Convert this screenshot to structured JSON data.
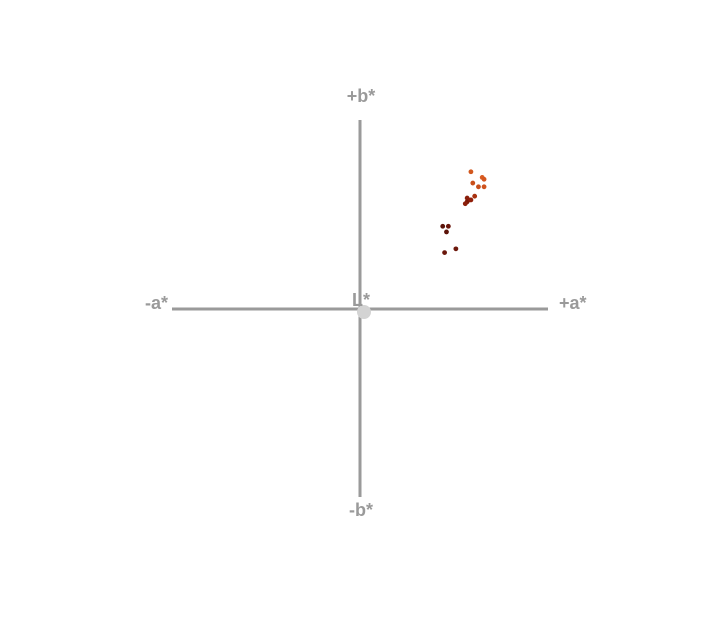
{
  "chart_data": {
    "type": "scatter",
    "title": "",
    "axes": {
      "a_positive_label": "+a*",
      "a_negative_label": "-a*",
      "b_positive_label": "+b*",
      "b_negative_label": "-b*",
      "l_label": "L*"
    },
    "xlim": [
      -100,
      100
    ],
    "ylim": [
      -100,
      100
    ],
    "grid": false,
    "legend": "none",
    "points": [
      {
        "a": 59,
        "b": 73,
        "color": "#d2581e"
      },
      {
        "a": 65,
        "b": 70,
        "color": "#d95c22"
      },
      {
        "a": 66,
        "b": 69,
        "color": "#d4561f"
      },
      {
        "a": 60,
        "b": 67,
        "color": "#c94f1a"
      },
      {
        "a": 63,
        "b": 65,
        "color": "#c64e1b"
      },
      {
        "a": 66,
        "b": 65,
        "color": "#cf531d"
      },
      {
        "a": 61,
        "b": 60,
        "color": "#a8310f"
      },
      {
        "a": 57,
        "b": 59,
        "color": "#8a1f0b"
      },
      {
        "a": 57,
        "b": 57,
        "color": "#7a1808"
      },
      {
        "a": 56,
        "b": 56,
        "color": "#8c200b"
      },
      {
        "a": 59,
        "b": 58,
        "color": "#911f0a"
      },
      {
        "a": 44,
        "b": 44,
        "color": "#5a1208"
      },
      {
        "a": 47,
        "b": 44,
        "color": "#6a150a"
      },
      {
        "a": 46,
        "b": 41,
        "color": "#5c1309"
      },
      {
        "a": 45,
        "b": 30,
        "color": "#6a170b"
      },
      {
        "a": 51,
        "b": 32,
        "color": "#6d180c"
      }
    ],
    "origin_color": "#d3d3d3"
  }
}
